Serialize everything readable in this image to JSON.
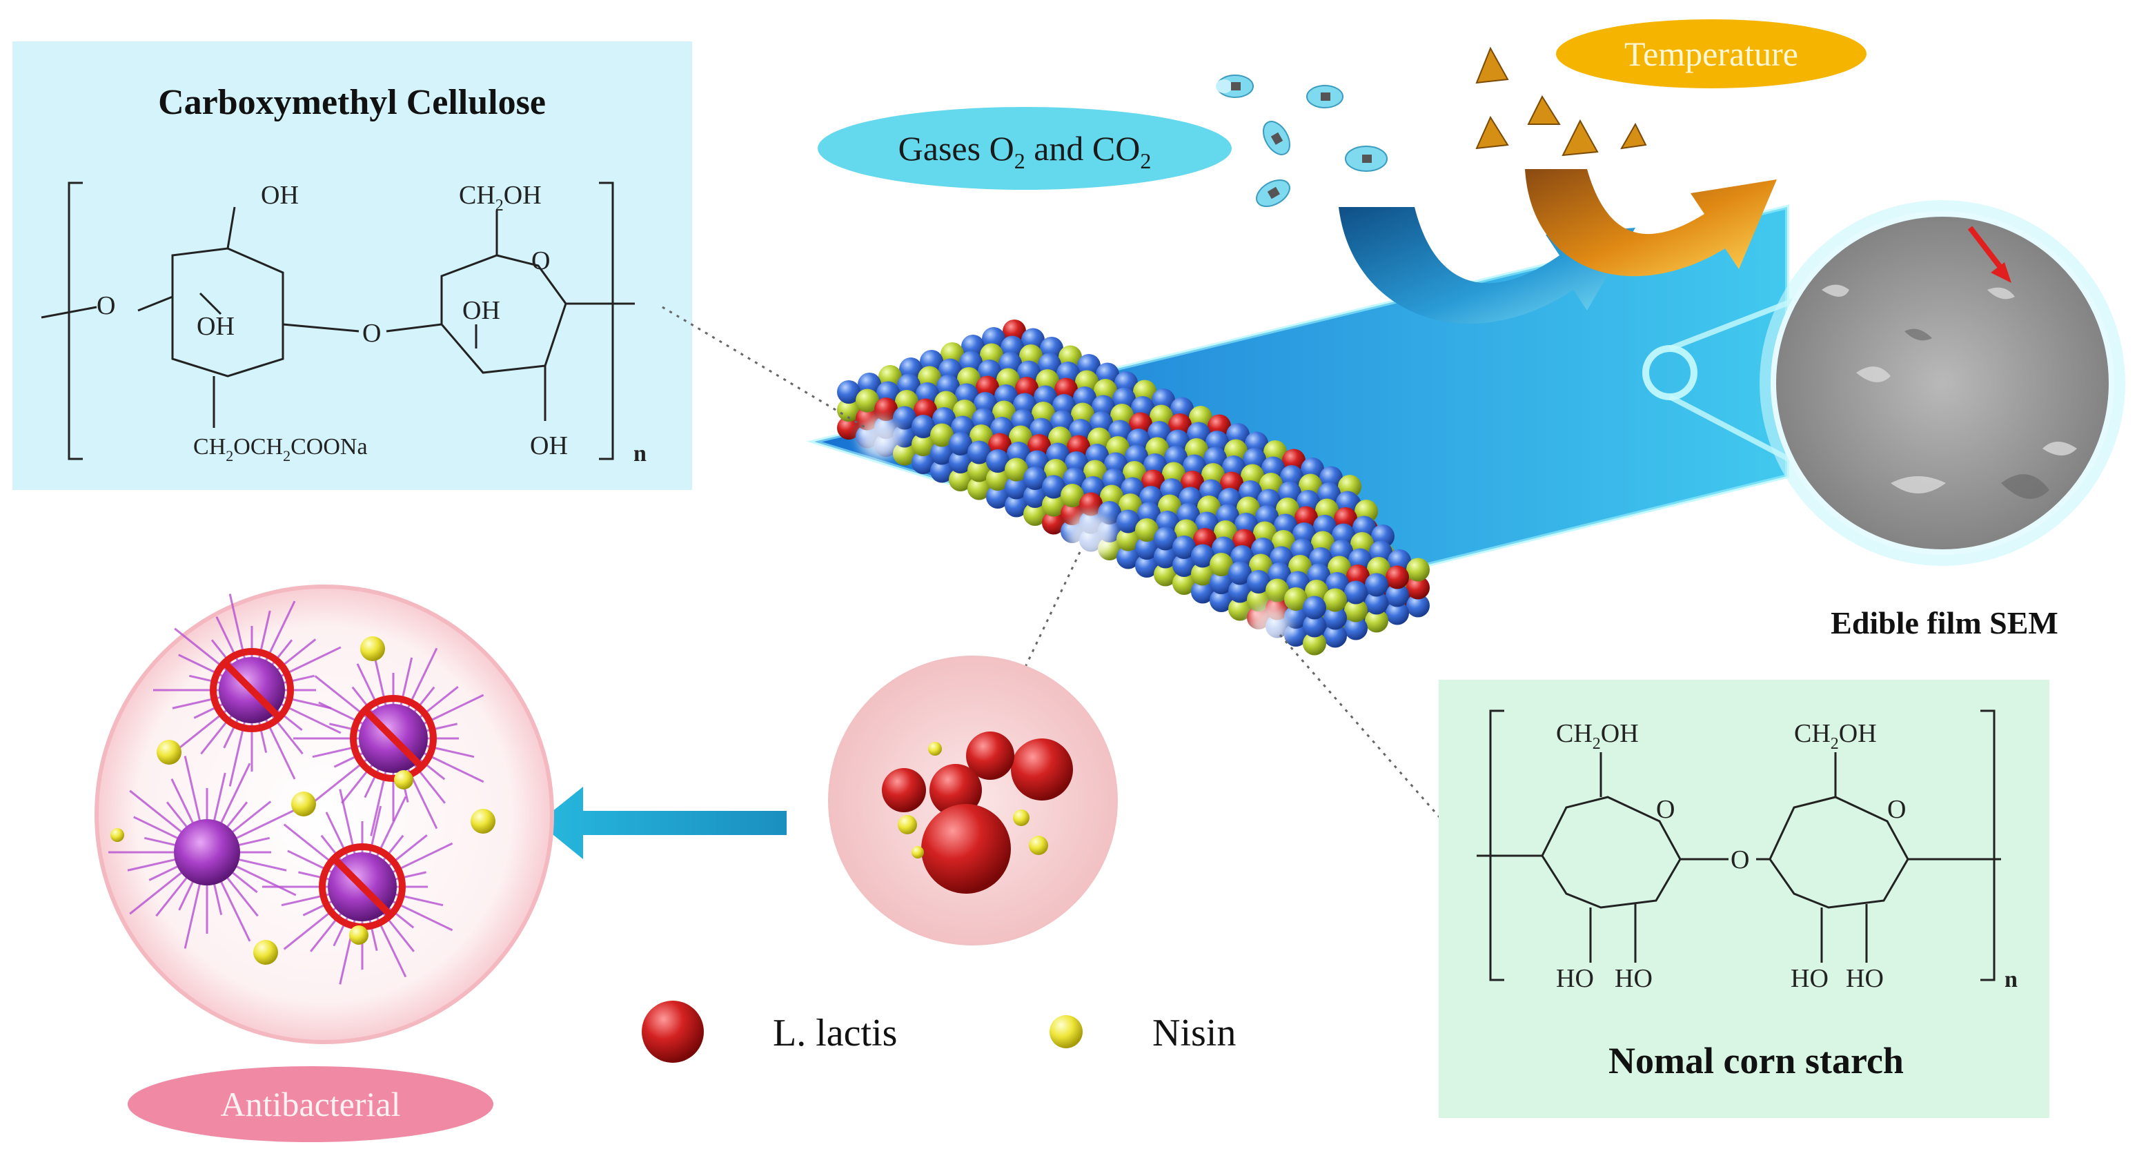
{
  "cmc": {
    "title": "Carboxymethyl Cellulose",
    "oh_a": "OH",
    "ch2oh": "CH",
    "ch2oh_sub": "2",
    "ch2oh_tail": "OH",
    "o_ring": "O",
    "oh_b": "OH",
    "oh_c": "OH",
    "o_bridge": "O",
    "o_left": "O",
    "side_group": "CH2OCH2COONa",
    "oh_d": "OH",
    "n": "n"
  },
  "starch": {
    "title": "Nomal corn starch",
    "ch2oh_a": "CH2OH",
    "ch2oh_b": "CH2OH",
    "o_ring_a": "O",
    "o_ring_b": "O",
    "o_bridge": "O",
    "ho_1": "HO",
    "ho_2": "HO",
    "ho_3": "HO",
    "ho_4": "HO",
    "n": "n"
  },
  "gases": {
    "label_prefix": "Gases O",
    "sub1": "2",
    "mid": " and CO",
    "sub2": "2"
  },
  "temperature": {
    "label": "Temperature"
  },
  "sem": {
    "caption": "Edible film SEM"
  },
  "antibacterial": {
    "label": "Antibacterial"
  },
  "legend": {
    "lactis": "L. lactis",
    "nisin": "Nisin"
  },
  "colors": {
    "blue_ball": "#3a6fd8",
    "green_ball": "#b9d236",
    "red_ball": "#d42121",
    "cmc_panel": "#d4f3fb",
    "starch_panel": "#d8f6e3",
    "gas_pill": "#64d9ee",
    "temp_pill": "#f5b400",
    "antibac_pill": "#f08aa4",
    "nisin": "#f2ea3a",
    "bacteria": "#a73fc6"
  }
}
